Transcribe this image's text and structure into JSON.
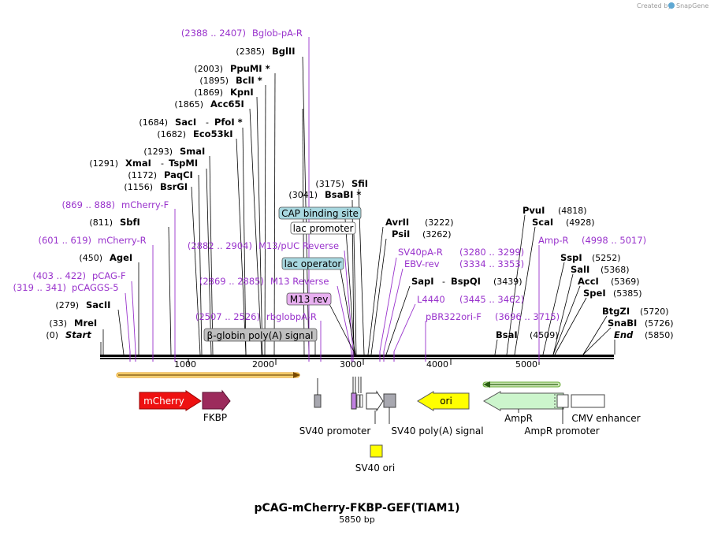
{
  "credit": {
    "created_by": "Created by",
    "brand": "SnapGene"
  },
  "map": {
    "title": "pCAG-mCherry-FKBP-GEF(TIAM1)",
    "length_label": "5850 bp",
    "ticks": [
      "1000",
      "2000",
      "3000",
      "4000",
      "5000"
    ]
  },
  "enzymes_left": [
    {
      "pos": "(0)",
      "name": "Start",
      "italic": true
    },
    {
      "pos": "(33)",
      "name": "MreI"
    },
    {
      "pos": "(279)",
      "name": "SacII"
    },
    {
      "pos": "(450)",
      "name": "AgeI"
    },
    {
      "pos": "(811)",
      "name": "SbfI"
    },
    {
      "pos": "(1156)",
      "name": "BsrGI"
    },
    {
      "pos": "(1172)",
      "name": "PaqCI"
    },
    {
      "pos": "(1291)",
      "name": "XmaI",
      "sep": "-",
      "name2": "TspMI"
    },
    {
      "pos": "(1293)",
      "name": "SmaI"
    },
    {
      "pos": "(1682)",
      "name": "Eco53kI"
    },
    {
      "pos": "(1684)",
      "name": "SacI",
      "sep": "-",
      "name2": "PfoI *"
    },
    {
      "pos": "(1865)",
      "name": "Acc65I"
    },
    {
      "pos": "(1869)",
      "name": "KpnI"
    },
    {
      "pos": "(1895)",
      "name": "BclI *"
    },
    {
      "pos": "(2003)",
      "name": "PpuMI *"
    },
    {
      "pos": "(2385)",
      "name": "BglII"
    },
    {
      "pos": "(3041)",
      "name": "BsaBI *"
    },
    {
      "pos": "(3175)",
      "name": "SfiI"
    }
  ],
  "enzymes_right": [
    {
      "name": "AvrII",
      "pos": "(3222)"
    },
    {
      "name": "PsiI",
      "pos": "(3262)"
    },
    {
      "name": "SapI",
      "sep": "-",
      "name2": "BspQI",
      "pos": "(3439)"
    },
    {
      "name": "PvuI",
      "pos": "(4818)"
    },
    {
      "name": "ScaI",
      "pos": "(4928)"
    },
    {
      "name": "SspI",
      "pos": "(5252)"
    },
    {
      "name": "SalI",
      "pos": "(5368)"
    },
    {
      "name": "AccI",
      "pos": "(5369)"
    },
    {
      "name": "SpeI",
      "pos": "(5385)"
    },
    {
      "name": "BtgZI",
      "pos": "(5720)"
    },
    {
      "name": "SnaBI",
      "pos": "(5726)"
    },
    {
      "name": "End",
      "pos": "(5850)",
      "italic": true
    },
    {
      "name": "BsaI",
      "pos": "(4509)"
    }
  ],
  "primers": [
    {
      "range": "(319 .. 341)",
      "name": "pCAGGS-5"
    },
    {
      "range": "(403 .. 422)",
      "name": "pCAG-F"
    },
    {
      "range": "(601 .. 619)",
      "name": "mCherry-R"
    },
    {
      "range": "(869 .. 888)",
      "name": "mCherry-F"
    },
    {
      "range": "(2388 .. 2407)",
      "name": "Bglob-pA-R"
    },
    {
      "range": "(2507 .. 2526)",
      "name": "rbglobpA-R"
    },
    {
      "range": "(2869 .. 2885)",
      "name": "M13 Reverse"
    },
    {
      "range": "(2882 .. 2904)",
      "name": "M13/pUC Reverse"
    },
    {
      "name": "SV40pA-R",
      "range": "(3280 .. 3299)"
    },
    {
      "name": "EBV-rev",
      "range": "(3334 .. 3353)"
    },
    {
      "name": "L4440",
      "range": "(3445 .. 3462)"
    },
    {
      "name": "pBR322ori-F",
      "range": "(3696 .. 3715)"
    },
    {
      "name": "Amp-R",
      "range": "(4998 .. 5017)"
    }
  ],
  "boxed_labels": [
    {
      "text": "CAP binding site",
      "fill": "#a8d8e0"
    },
    {
      "text": "lac promoter",
      "fill": "#ffffff"
    },
    {
      "text": "lac operator",
      "fill": "#a8d8e0"
    },
    {
      "text": "M13 rev",
      "fill": "#e8b0f0"
    },
    {
      "text": "β-globin poly(A) signal",
      "fill": "#c0c0c0"
    }
  ],
  "features": [
    {
      "name": "mCherry",
      "color": "#ee1111"
    },
    {
      "name": "FKBP",
      "color": "#9c2b5c"
    },
    {
      "name": "SV40 promoter",
      "color": "#ffffff"
    },
    {
      "name": "SV40 poly(A) signal",
      "color": "#a8a8a8"
    },
    {
      "name": "ori",
      "color": "#ffff00"
    },
    {
      "name": "AmpR",
      "color": "#ccf5cc"
    },
    {
      "name": "AmpR promoter",
      "color": "#ffffff"
    },
    {
      "name": "CMV enhancer",
      "color": "#ffffff"
    },
    {
      "name": "SV40 ori",
      "color": "#ffff00"
    }
  ],
  "colors": {
    "primer": "#9933cc",
    "orf_orange": "#e8a020",
    "orf_green": "#66aa33"
  }
}
